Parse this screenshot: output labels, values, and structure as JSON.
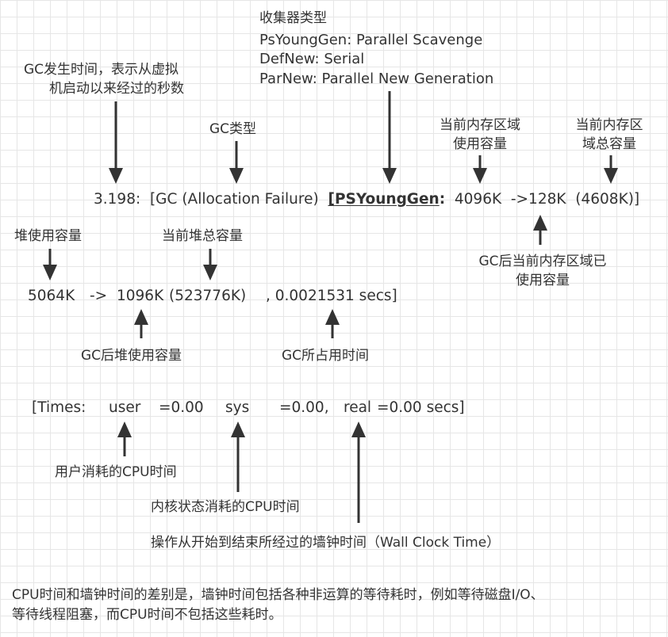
{
  "collector": {
    "title": "收集器类型",
    "lines": [
      "PsYoungGen: Parallel Scavenge",
      "DefNew: Serial",
      "ParNew: Parallel New Generation"
    ]
  },
  "labels": {
    "gc_time": [
      "GC发生时间，表示从虚拟",
      "机启动以来经过的秒数"
    ],
    "gc_type": "GC类型",
    "region_used": [
      "当前内存区域",
      "使用容量"
    ],
    "region_total": [
      "当前内存区",
      "域总容量"
    ],
    "heap_used": "堆使用容量",
    "heap_total": "当前堆总容量",
    "region_after": [
      "GC后当前内存区域已",
      "使用容量"
    ],
    "heap_after": "GC后堆使用容量",
    "gc_duration": "GC所占用时间",
    "user_cpu": "用户消耗的CPU时间",
    "sys_cpu": "内核状态消耗的CPU时间",
    "wall_clock": "操作从开始到结束所经过的墙钟时间（Wall Clock Time）"
  },
  "log": {
    "line1": {
      "time": "3.198:",
      "gc": "[GC (Allocation Failure)",
      "bracket": "[",
      "collector": "PSYoungGen",
      "colon": ":",
      "before": "4096K",
      "arrow_to": "->128K",
      "total": "(4608K)]"
    },
    "line2": {
      "before": "5064K",
      "arrow": "->",
      "after": "1096K",
      "total": "(523776K)",
      "secs": ", 0.0021531 secs]"
    },
    "line3": {
      "times": "[Times:",
      "user_label": "user",
      "user_value": "=0.00",
      "sys_label": "sys",
      "sys_value": "=0.00,",
      "real_label": "real",
      "real_value": "=0.00 secs]"
    }
  },
  "note": [
    "CPU时间和墙钟时间的差别是，墙钟时间包括各种非运算的等待耗时，例如等待磁盘I/O、",
    "等待线程阻塞，而CPU时间不包括这些耗时。"
  ]
}
